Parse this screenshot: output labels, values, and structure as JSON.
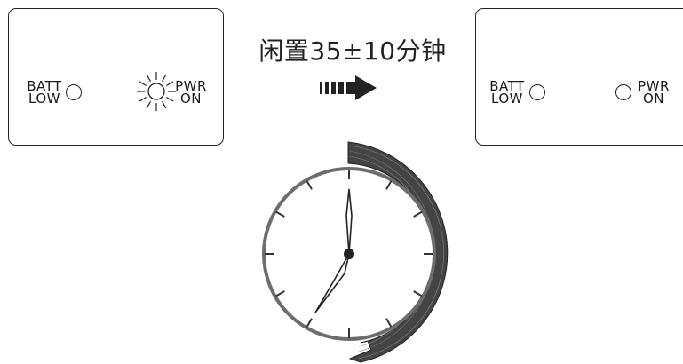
{
  "title": "闲置35±10分钟",
  "left_panel": {
    "batt_label_line1": "BATT",
    "batt_label_line2": "LOW",
    "pwr_label_line1": "PWR",
    "pwr_label_line2": "ON",
    "pwr_led_state": "blinking"
  },
  "right_panel": {
    "batt_label_line1": "BATT",
    "batt_label_line2": "LOW",
    "pwr_label_line1": "PWR",
    "pwr_label_line2": "ON",
    "pwr_led_state": "off"
  },
  "colors": {
    "stroke": "#222222",
    "clock_ring": "#6d6d6d",
    "sweep_arrow": "#4a4a4a"
  },
  "icons": {
    "arrow": "dashed-right-arrow-icon",
    "clock": "clock-icon",
    "sweep": "clockwise-sweep-arrow-icon"
  }
}
